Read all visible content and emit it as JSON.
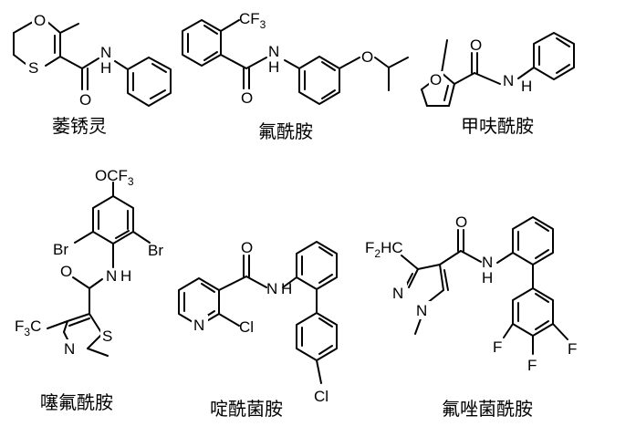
{
  "compounds": [
    {
      "name": "萎锈灵",
      "labels": {
        "o_ring": "O",
        "s_ring": "S",
        "o_carbonyl": "O",
        "nh": "N",
        "nh_h": "H"
      }
    },
    {
      "name": "氟酰胺",
      "labels": {
        "cf3_c": "CF",
        "cf3_sub": "3",
        "nh_n": "N",
        "nh_h": "H",
        "o_carbonyl": "O",
        "o_ether": "O"
      }
    },
    {
      "name": "甲呋酰胺",
      "labels": {
        "o_carbonyl": "O",
        "o_furan": "O",
        "nh_n": "N",
        "nh_h": "H"
      }
    },
    {
      "name": "噻氟酰胺",
      "labels": {
        "ocf3_oc": "OCF",
        "ocf3_sub": "3",
        "br_left": "Br",
        "br_right": "Br",
        "o_carbonyl": "O",
        "nh_n": "N",
        "nh_h": "H",
        "f3c_f": "F",
        "f3c_sub": "3",
        "f3c_c": "C",
        "s_ring": "S",
        "n_ring": "N"
      }
    },
    {
      "name": "啶酰菌胺",
      "labels": {
        "o_carbonyl": "O",
        "nh_n": "N",
        "nh_h": "H",
        "n_ring": "N",
        "cl_ring": "Cl",
        "cl_para": "Cl"
      }
    },
    {
      "name": "氟唑菌酰胺",
      "labels": {
        "f2hc_f": "F",
        "f2hc_sub": "2",
        "f2hc_hc": "HC",
        "o_carbonyl": "O",
        "nh_n": "N",
        "nh_h": "H",
        "n_ring_1": "N",
        "n_ring_2": "N",
        "f_left": "F",
        "f_mid": "F",
        "f_right": "F"
      }
    }
  ]
}
